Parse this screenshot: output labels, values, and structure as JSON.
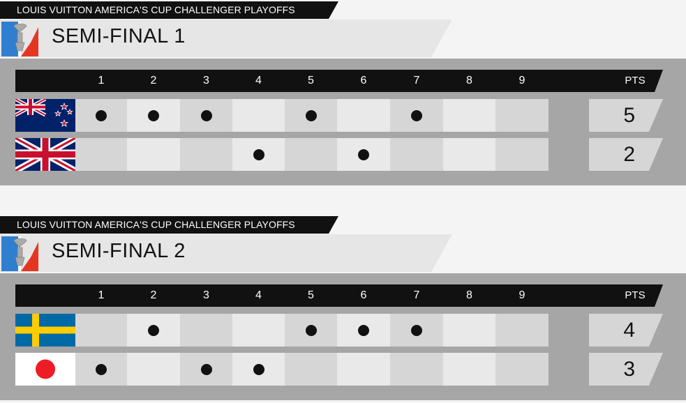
{
  "panels": [
    {
      "header": "LOUIS VUITTON AMERICA'S CUP CHALLENGER PLAYOFFS",
      "title": "SEMI-FINAL 1",
      "race_columns": [
        "1",
        "2",
        "3",
        "4",
        "5",
        "6",
        "7",
        "8",
        "9"
      ],
      "pts_label": "PTS",
      "teams": [
        {
          "flag": "new-zealand",
          "wins": [
            1,
            1,
            1,
            0,
            1,
            0,
            1,
            0,
            0
          ],
          "pts": "5"
        },
        {
          "flag": "united-kingdom",
          "wins": [
            0,
            0,
            0,
            1,
            0,
            1,
            0,
            0,
            0
          ],
          "pts": "2"
        }
      ]
    },
    {
      "header": "LOUIS VUITTON AMERICA'S CUP CHALLENGER PLAYOFFS",
      "title": "SEMI-FINAL 2",
      "race_columns": [
        "1",
        "2",
        "3",
        "4",
        "5",
        "6",
        "7",
        "8",
        "9"
      ],
      "pts_label": "PTS",
      "teams": [
        {
          "flag": "sweden",
          "wins": [
            0,
            1,
            0,
            0,
            1,
            1,
            1,
            0,
            0
          ],
          "pts": "4"
        },
        {
          "flag": "japan",
          "wins": [
            1,
            0,
            1,
            1,
            0,
            0,
            0,
            0,
            0
          ],
          "pts": "3"
        }
      ]
    }
  ],
  "colors": {
    "header_bg": "#111111",
    "board_bg": "#a6a6a6",
    "cell_light": "#e9e9e9",
    "cell_dark": "#d6d6d6",
    "dot": "#111111"
  }
}
